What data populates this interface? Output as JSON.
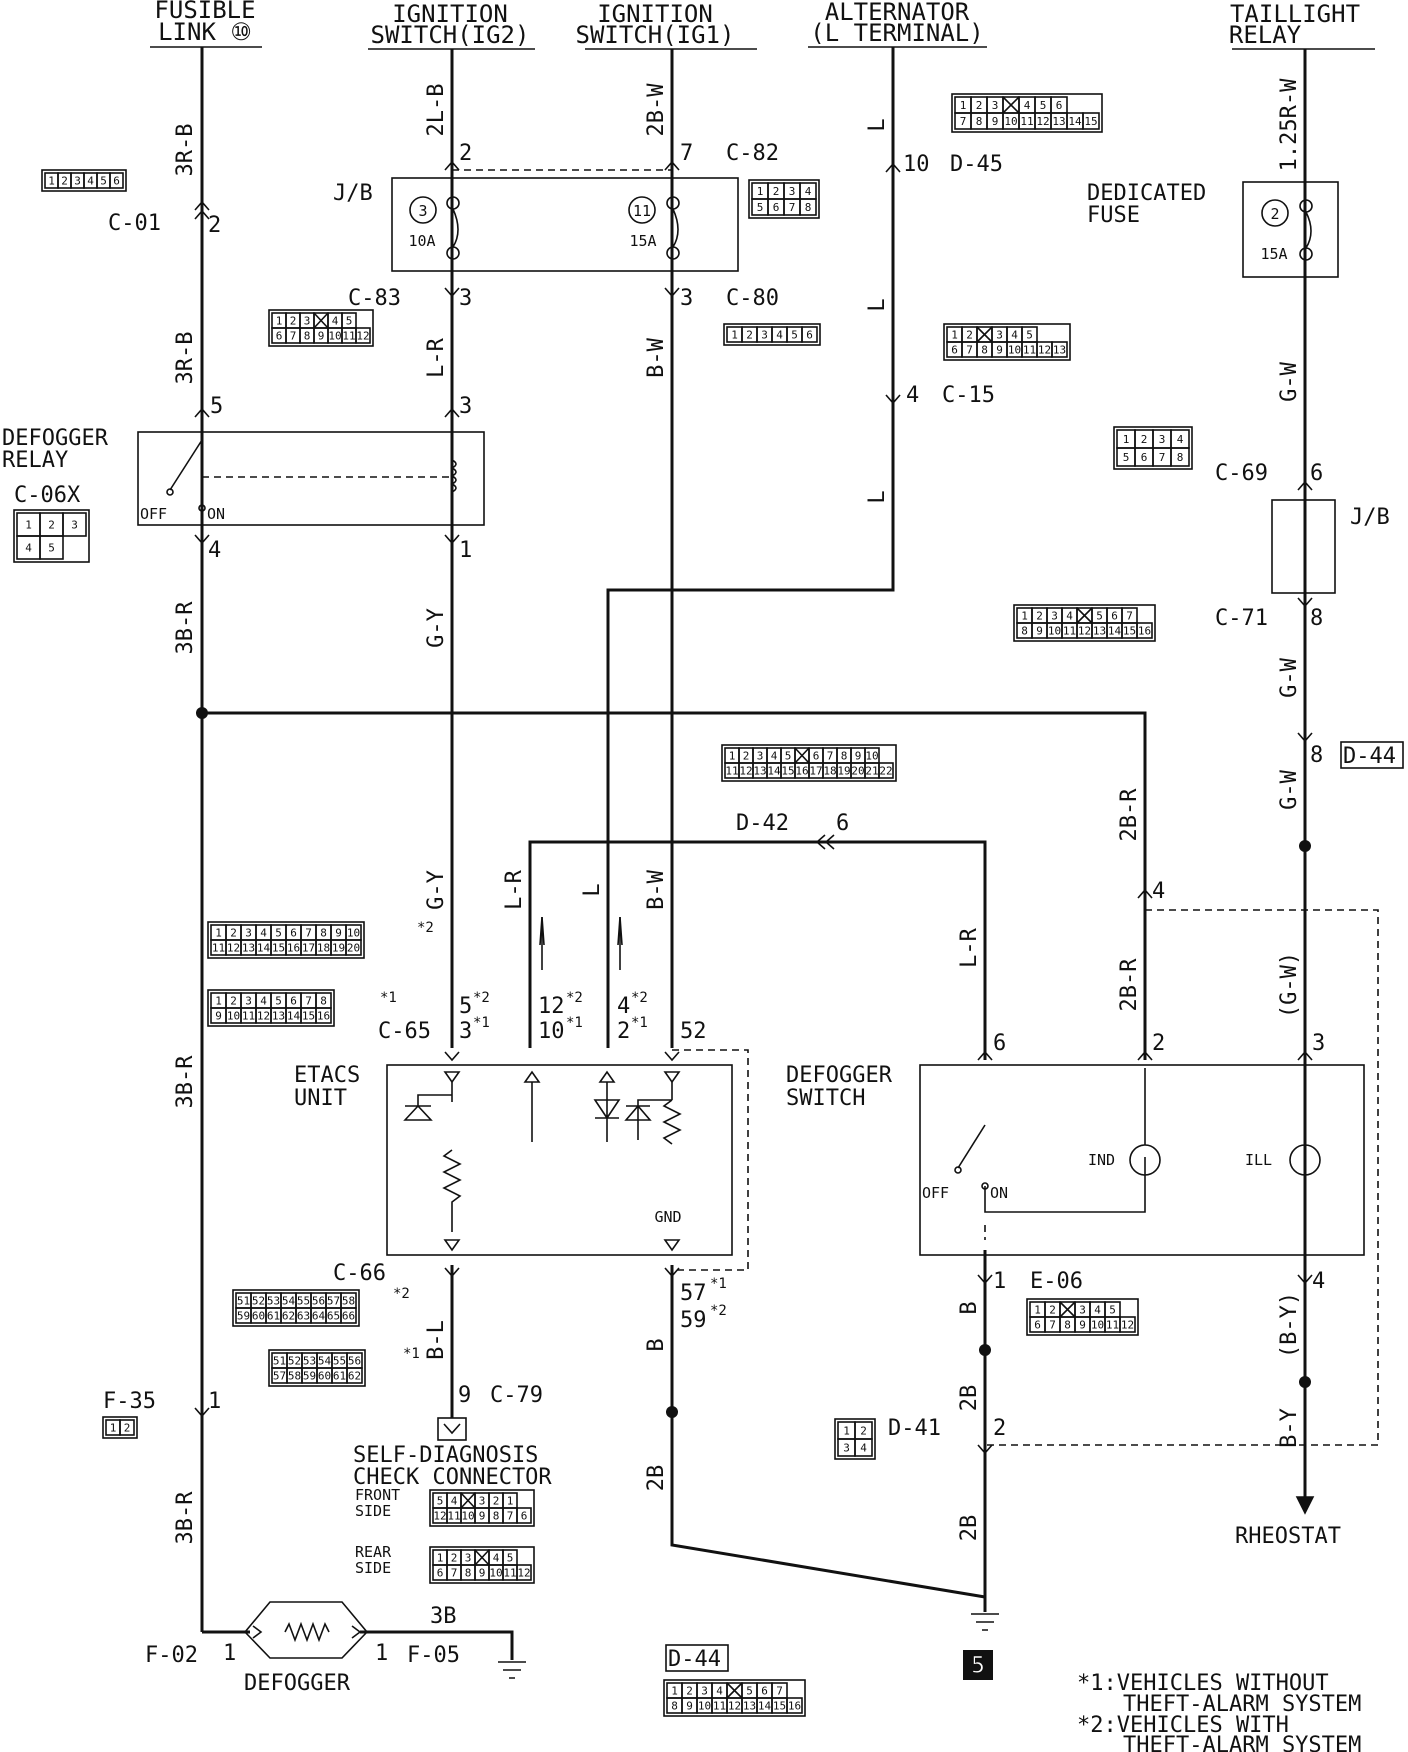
{
  "sources": {
    "fusible_link": [
      "FUSIBLE",
      "LINK ⑩"
    ],
    "ig2": [
      "IGNITION",
      "SWITCH(IG2)"
    ],
    "ig1": [
      "IGNITION",
      "SWITCH(IG1)"
    ],
    "alternator": [
      "ALTERNATOR",
      "(L TERMINAL)"
    ],
    "taillight": [
      "TAILLIGHT",
      "RELAY"
    ]
  },
  "wires": {
    "w3rb": "3R-B",
    "w2lb": "2L-B",
    "w2bw": "2B-W",
    "wl": "L",
    "w125rw": "1.25R-W",
    "wlr": "L-R",
    "wbw": "B-W",
    "wgw": "G-W",
    "w3br": "3B-R",
    "wgy": "G-Y",
    "w2br": "2B-R",
    "wgw_p": "(G-W)",
    "wb": "B",
    "w2b": "2B",
    "wbl": "B-L",
    "wby": "B-Y",
    "wby_p": "(B-Y)",
    "w3b": "3B"
  },
  "connectors": {
    "c01": "C-01",
    "c82": "C-82",
    "d45": "D-45",
    "c83": "C-83",
    "c80": "C-80",
    "c15": "C-15",
    "c06x": "C-06X",
    "c69": "C-69",
    "c71": "C-71",
    "d44": "D-44",
    "d42": "D-42",
    "c65": "C-65",
    "c66": "C-66",
    "e06": "E-06",
    "c79": "C-79",
    "f35": "F-35",
    "d41": "D-41",
    "f02": "F-02",
    "f05": "F-05"
  },
  "pins": {
    "p2": "2",
    "p7": "7",
    "p10": "10",
    "p3": "3",
    "p5": "5",
    "p4": "4",
    "p1": "1",
    "p6": "6",
    "p8": "8",
    "p12": "12",
    "p52": "52",
    "p57": "57",
    "p59": "59",
    "p9": "9"
  },
  "components": {
    "jb": "J/B",
    "fuse3": "3",
    "fuse11": "11",
    "fuse2": "2",
    "f10a": "10A",
    "f15a": "15A",
    "dedicated_fuse": [
      "DEDICATED",
      "FUSE"
    ],
    "defogger_relay": [
      "DEFOGGER",
      "RELAY"
    ],
    "off": "OFF",
    "on": "ON",
    "etacs": [
      "ETACS",
      "UNIT"
    ],
    "gnd": "GND",
    "defogger_switch": [
      "DEFOGGER",
      "SWITCH"
    ],
    "ind": "IND",
    "ill": "ILL",
    "self_diag": [
      "SELF-DIAGNOSIS",
      "CHECK CONNECTOR"
    ],
    "front_side": [
      "FRONT",
      "SIDE"
    ],
    "rear_side": [
      "REAR",
      "SIDE"
    ],
    "rheostat": "RHEOSTAT",
    "defogger": "DEFOGGER",
    "ground_num": "5"
  },
  "notes": {
    "star1": "*1",
    "star2": "*2",
    "n1": [
      "*1:VEHICLES WITHOUT",
      "THEFT-ALARM SYSTEM"
    ],
    "n2": [
      "*2:VEHICLES WITH",
      "THEFT-ALARM SYSTEM"
    ]
  },
  "connector_faces": {
    "c01": [
      [
        "1",
        "2",
        "3",
        "4",
        "5",
        "6"
      ]
    ],
    "c82": [
      [
        "1",
        "2",
        "3",
        "4"
      ],
      [
        "5",
        "6",
        "7",
        "8"
      ]
    ],
    "c83": [
      [
        "1",
        "2",
        "3",
        "",
        "4",
        "5"
      ],
      [
        "6",
        "7",
        "8",
        "9",
        "10",
        "11",
        "12"
      ]
    ],
    "c80": [
      [
        "1",
        "2",
        "3",
        "4",
        "5",
        "6"
      ]
    ],
    "d45": [
      [
        "1",
        "2",
        "3",
        "",
        "4",
        "5",
        "6"
      ],
      [
        "7",
        "8",
        "9",
        "10",
        "11",
        "12",
        "13",
        "14",
        "15"
      ]
    ],
    "c15": [
      [
        "1",
        "2",
        "",
        "3",
        "4",
        "5"
      ],
      [
        "6",
        "7",
        "8",
        "9",
        "10",
        "11",
        "12",
        "13"
      ]
    ],
    "c06x": [
      [
        "1",
        "2",
        "3"
      ],
      [
        "4",
        "5"
      ]
    ],
    "c69": [
      [
        "1",
        "2",
        "3",
        "4"
      ],
      [
        "5",
        "6",
        "7",
        "8"
      ]
    ],
    "c71": [
      [
        "1",
        "2",
        "3",
        "4",
        "",
        "5",
        "6",
        "7"
      ],
      [
        "8",
        "9",
        "10",
        "11",
        "12",
        "13",
        "14",
        "15",
        "16"
      ]
    ],
    "d42": [
      [
        "1",
        "2",
        "3",
        "4",
        "5",
        "",
        "6",
        "7",
        "8",
        "9",
        "10"
      ],
      [
        "11",
        "12",
        "13",
        "14",
        "15",
        "16",
        "17",
        "18",
        "19",
        "20",
        "21",
        "22"
      ]
    ],
    "c65a": [
      [
        "1",
        "2",
        "3",
        "4",
        "5",
        "6",
        "7",
        "8",
        "9",
        "10"
      ],
      [
        "11",
        "12",
        "13",
        "14",
        "15",
        "16",
        "17",
        "18",
        "19",
        "20"
      ]
    ],
    "c65b": [
      [
        "1",
        "2",
        "3",
        "4",
        "5",
        "6",
        "7",
        "8"
      ],
      [
        "9",
        "10",
        "11",
        "12",
        "13",
        "14",
        "15",
        "16"
      ]
    ],
    "c66a": [
      [
        "51",
        "52",
        "53",
        "54",
        "55",
        "56",
        "57",
        "58"
      ],
      [
        "59",
        "60",
        "61",
        "62",
        "63",
        "64",
        "65",
        "66"
      ]
    ],
    "c66b": [
      [
        "51",
        "52",
        "53",
        "54",
        "55",
        "56"
      ],
      [
        "57",
        "58",
        "59",
        "60",
        "61",
        "62"
      ]
    ],
    "e06": [
      [
        "1",
        "2",
        "",
        "3",
        "4",
        "5"
      ],
      [
        "6",
        "7",
        "8",
        "9",
        "10",
        "11",
        "12"
      ]
    ],
    "d41": [
      [
        "1",
        "2"
      ],
      [
        "3",
        "4"
      ]
    ],
    "f35": [
      [
        "1",
        "2"
      ]
    ],
    "front": [
      [
        "5",
        "4",
        "",
        "3",
        "2",
        "1"
      ],
      [
        "12",
        "11",
        "10",
        "9",
        "8",
        "7",
        "6"
      ]
    ],
    "rear": [
      [
        "1",
        "2",
        "3",
        "",
        "4",
        "5"
      ],
      [
        "6",
        "7",
        "8",
        "9",
        "10",
        "11",
        "12"
      ]
    ],
    "d44b": [
      [
        "1",
        "2",
        "3",
        "4",
        "",
        "5",
        "6",
        "7"
      ],
      [
        "8",
        "9",
        "10",
        "11",
        "12",
        "13",
        "14",
        "15",
        "16"
      ]
    ]
  }
}
